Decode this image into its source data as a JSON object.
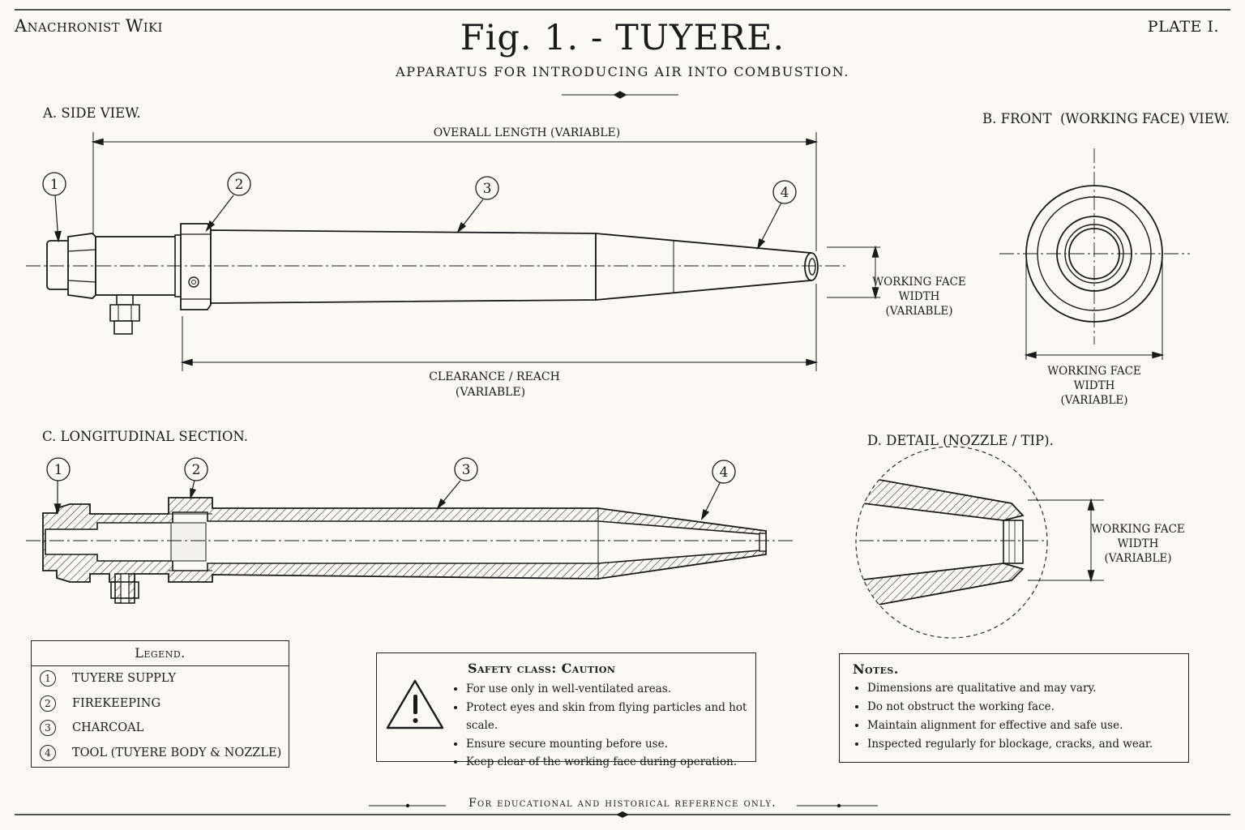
{
  "header": {
    "brand": "Anachronist Wiki",
    "plate": "PLATE I.",
    "title": "Fig. 1. - TUYERE.",
    "subtitle": "APPARATUS FOR INTRODUCING AIR INTO COMBUSTION."
  },
  "views": {
    "side": {
      "label": "A. SIDE VIEW.",
      "overall_length": "OVERALL LENGTH (VARIABLE)",
      "clearance_line1": "CLEARANCE / REACH",
      "clearance_line2": "(VARIABLE)",
      "face_line1": "WORKING FACE",
      "face_line2": "WIDTH",
      "face_line3": "(VARIABLE)"
    },
    "front": {
      "label": "B. FRONT  (WORKING FACE) VIEW.",
      "face_line1": "WORKING FACE",
      "face_line2": "WIDTH",
      "face_line3": "(VARIABLE)"
    },
    "section": {
      "label": "C. LONGITUDINAL SECTION."
    },
    "detail": {
      "label": "D. DETAIL (NOZZLE / TIP).",
      "face_line1": "WORKING FACE",
      "face_line2": "WIDTH",
      "face_line3": "(VARIABLE)"
    }
  },
  "callouts": [
    "1",
    "2",
    "3",
    "4"
  ],
  "legend": {
    "title": "Legend.",
    "items": [
      {
        "num": "1",
        "label": "TUYERE SUPPLY"
      },
      {
        "num": "2",
        "label": "FIREKEEPING"
      },
      {
        "num": "3",
        "label": "CHARCOAL"
      },
      {
        "num": "4",
        "label": "TOOL (TUYERE BODY & NOZZLE)"
      }
    ]
  },
  "safety": {
    "title": "Safety class: Caution",
    "items": [
      "For use only in well-ventilated areas.",
      "Protect eyes and skin from flying particles and hot scale.",
      "Ensure secure mounting before use.",
      "Keep clear of the working face during operation."
    ]
  },
  "notes": {
    "title": "Notes.",
    "items": [
      "Dimensions are qualitative and may vary.",
      "Do not obstruct the working face.",
      "Maintain alignment for effective and safe use.",
      "Inspected regularly for blockage, cracks, and wear."
    ]
  },
  "footer": "For educational and historical reference only.",
  "colors": {
    "ink": "#1a1a1a",
    "paper": "#fbf9f4"
  }
}
